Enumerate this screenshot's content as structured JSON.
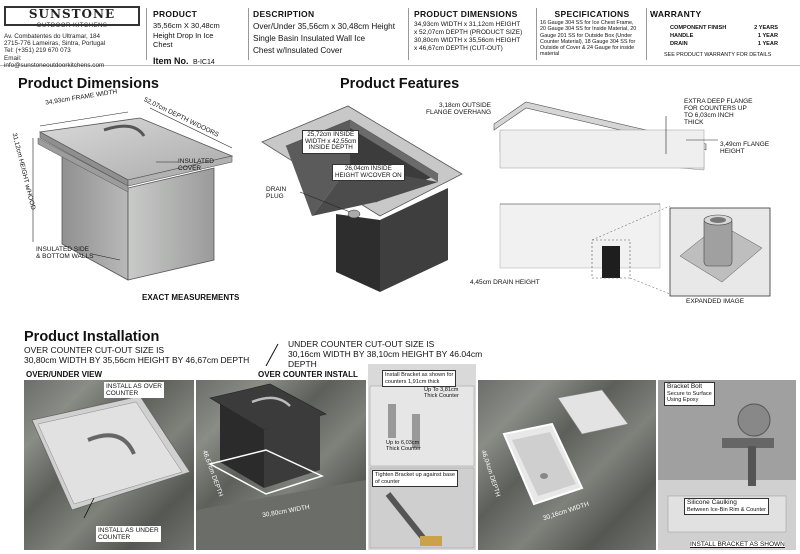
{
  "company": {
    "logo_text": "SUNSTONE",
    "logo_sub": "OUTDOOR KITCHENS",
    "address_lines": [
      "Av. Combatentes do Ultramar, 184",
      "2715-776 Lameiras, Sintra, Portugal",
      "Tel: (+351) 219 670 073",
      "Email:",
      "info@sunstoneoutdoorkitchens.com"
    ]
  },
  "product": {
    "title": "PRODUCT",
    "size": "35,56cm X 30,48cm",
    "name_lines": [
      "Height Drop In Ice",
      "Chest"
    ],
    "item_label": "Item No.",
    "item_number": "B-IC14"
  },
  "description": {
    "title": "DESCRIPTION",
    "lines": [
      "Over/Under 35,56cm x 30,48cm Height",
      "Single Basin Insulated Wall Ice",
      "Chest w/Insulated Cover"
    ]
  },
  "dimensions": {
    "title": "PRODUCT DIMENSIONS",
    "lines": [
      "34,93cm WIDTH x 31,12cm HEIGHT",
      "x 52,07cm DEPTH (PRODUCT SIZE)",
      "30,80cm WIDTH x 35,56cm HEIGHT",
      "x 46,67cm DEPTH (CUT-OUT)"
    ]
  },
  "specifications": {
    "title": "SPECIFICATIONS",
    "lines": [
      "16 Gauge 304 SS for Ice Chest Frame,",
      "20 Gauge 304 SS for Inside Material, 20",
      "Gauge 201 SS for Outside Box (Under",
      "Counter Material), 18 Gauge 304 SS for",
      "Outside of Cover & 24 Gauge for inside",
      "material"
    ]
  },
  "warranty": {
    "title": "WARRANTY",
    "rows": [
      {
        "label": "COMPONENT FINISH",
        "value": "2 YEARS"
      },
      {
        "label": "HANDLE",
        "value": "1 YEAR"
      },
      {
        "label": "DRAIN",
        "value": "1 YEAR"
      }
    ],
    "footer": "SEE PRODUCT WARRANTY FOR DETAILS"
  },
  "product_dimensions_section": {
    "title": "Product Dimensions",
    "frame_width": "34,93cm FRAME WIDTH",
    "depth": "52,07cm DEPTH W/DOORS",
    "height": "31,12cm HEIGHT w/HOOD",
    "insulated_cover": [
      "INSULATED",
      "COVER"
    ],
    "insulated_walls": [
      "INSULATED SIDE",
      "& BOTTOM WALLS"
    ],
    "exact": "EXACT MEASUREMENTS"
  },
  "product_features_section": {
    "title": "Product Features",
    "inside_width": [
      "25,72cm INSIDE",
      "WIDTH x 42,55cm",
      "INSIDE DEPTH"
    ],
    "inside_height": [
      "26,04cm INSIDE",
      "HEIGHT W/COVER ON"
    ],
    "drain_plug": [
      "DRAIN",
      "PLUG"
    ],
    "flange_overhang": [
      "3,18cm OUTSIDE",
      "FLANGE OVERHANG"
    ],
    "extra_deep": [
      "EXTRA DEEP FLANGE",
      "FOR COUNTERS UP",
      "TO 6,03cm INCH",
      "THICK"
    ],
    "flange_height": [
      "3,49cm FLANGE",
      "HEIGHT"
    ],
    "drain_height": "4,45cm DRAIN HEIGHT",
    "expanded": "EXPANDED IMAGE"
  },
  "installation": {
    "title": "Product Installation",
    "over_cutout": [
      "OVER COUNTER CUT-OUT SIZE IS",
      "30,80cm WIDTH BY 35,56cm HEIGHT BY 46,67cm DEPTH"
    ],
    "under_cutout": [
      "UNDER COUNTER CUT-OUT SIZE IS",
      "30,16cm WIDTH BY 38,10cm HEIGHT BY 46.04cm",
      "DEPTH"
    ],
    "over_under_view": "OVER/UNDER VIEW",
    "over_counter_install": "OVER COUNTER INSTALL",
    "install_over": [
      "INSTALL AS OVER",
      "COUNTER"
    ],
    "install_under": [
      "INSTALL AS UNDER",
      "COUNTER"
    ],
    "cut_depth_1": "46,67cm DEPTH",
    "cut_width_1": "30,80cm WIDTH",
    "bracket_note": [
      "Install Bracket as shown for",
      "counters 1,91cm thick"
    ],
    "up_to_381": [
      "Up To 3,81cm",
      "Thick Counter"
    ],
    "up_to_603": [
      "Up to 6,03cm",
      "Thick Counter"
    ],
    "tighten": [
      "Tighten Bracket up against base",
      "of counter"
    ],
    "cut_depth_2": "46,04cm DEPTH",
    "cut_width_2": "30,16cm WIDTH",
    "bracket_bolt": [
      "Bracket Bolt",
      "Secure to Surface",
      "Using Epoxy"
    ],
    "silicone": [
      "Silicone Caulking",
      "Between Ice-Bin Rim & Counter"
    ],
    "install_bracket": "INSTALL BRACKET AS SHOWN"
  }
}
